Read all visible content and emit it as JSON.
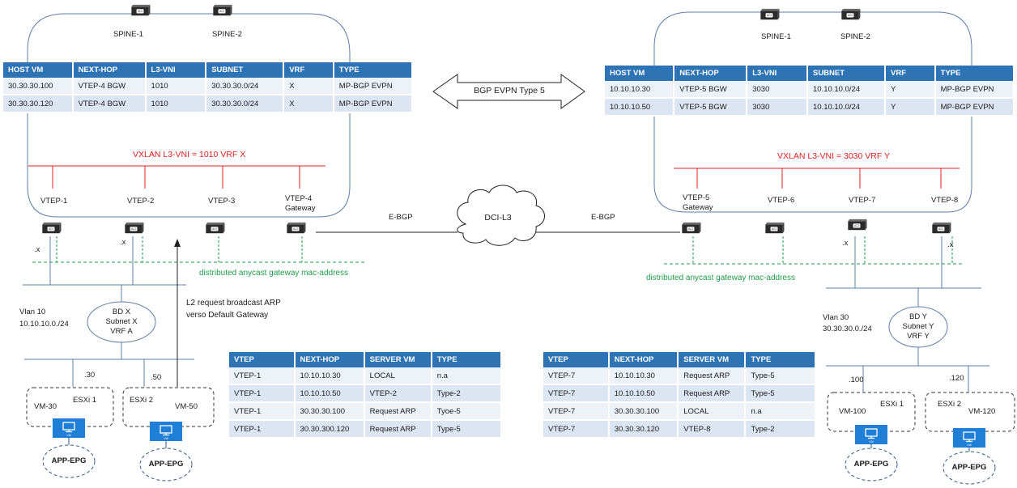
{
  "left": {
    "spines": [
      "SPINE-1",
      "SPINE-2"
    ],
    "table": {
      "headers": [
        "HOST VM",
        "NEXT-HOP",
        "L3-VNI",
        "SUBNET",
        "VRF",
        "TYPE"
      ],
      "rows": [
        [
          "30.30.30.100",
          "VTEP-4 BGW",
          "1010",
          "30.30.30.0/24",
          "X",
          "MP-BGP EVPN"
        ],
        [
          "30.30.30.120",
          "VTEP-4 BGW",
          "1010",
          "30.30.30.0/24",
          "X",
          "MP-BGP EVPN"
        ]
      ]
    },
    "vxlan_label": "VXLAN  L3-VNI = 1010 VRF X",
    "vteps": [
      "VTEP-1",
      "VTEP-2",
      "VTEP-3",
      "VTEP-4"
    ],
    "gateway_label": "Gateway",
    "x_label": ".x",
    "anycast_label": "distributed anycast gateway mac-address",
    "vlan_title": "Vlan 10",
    "vlan_subnet": "10.10.10.0./24",
    "bd": [
      "BD X",
      "Subnet X",
      "VRF A"
    ],
    "arp_note": [
      "L2 request broadcast ARP",
      "verso Default Gateway"
    ],
    "hosts": [
      {
        "ip": ".30",
        "esxi": "ESXi 1",
        "vm": "VM-30",
        "epg": "APP-EPG"
      },
      {
        "ip": ".50",
        "esxi": "ESXi 2",
        "vm": "VM-50",
        "epg": "APP-EPG"
      }
    ],
    "vtep_table": {
      "headers": [
        "VTEP",
        "NEXT-HOP",
        "SERVER VM",
        "TYPE"
      ],
      "rows": [
        [
          "VTEP-1",
          "10.10.10.30",
          "LOCAL",
          "n.a"
        ],
        [
          "VTEP-1",
          "10.10.10.50",
          "VTEP-2",
          "Type-2"
        ],
        [
          "VTEP-1",
          "30.30.30.100",
          "Request ARP",
          "Tyoe-5"
        ],
        [
          "VTEP-1",
          "30.30.300.120",
          "Request ARP",
          "Type-5"
        ]
      ]
    }
  },
  "right": {
    "spines": [
      "SPINE-1",
      "SPINE-2"
    ],
    "table": {
      "headers": [
        "HOST VM",
        "NEXT-HOP",
        "L3-VNI",
        "SUBNET",
        "VRF",
        "TYPE"
      ],
      "rows": [
        [
          "10.10.10.30",
          "VTEP-5 BGW",
          "3030",
          "10.10.10.0/24",
          "Y",
          "MP-BGP EVPN"
        ],
        [
          "10.10.10.50",
          "VTEP-5 BGW",
          "3030",
          "10.10.10.0/24",
          "Y",
          "MP-BGP EVPN"
        ]
      ]
    },
    "vxlan_label": "VXLAN  L3-VNI = 3030 VRF Y",
    "vteps": [
      "VTEP-5",
      "VTEP-6",
      "VTEP-7",
      "VTEP-8"
    ],
    "gateway_label": "Gateway",
    "x_label": ".x",
    "anycast_label": "distributed anycast gateway mac-address",
    "vlan_title": "Vlan 30",
    "vlan_subnet": "30.30.30.0./24",
    "bd": [
      "BD Y",
      "Subnet Y",
      "VRF Y"
    ],
    "hosts": [
      {
        "ip": ".100",
        "esxi": "ESXi 1",
        "vm": "VM-100",
        "epg": "APP-EPG"
      },
      {
        "ip": ".120",
        "esxi": "ESXi 2",
        "vm": "VM-120",
        "epg": "APP-EPG"
      }
    ],
    "vtep_table": {
      "headers": [
        "VTEP",
        "NEXT-HOP",
        "SERVER VM",
        "TYPE"
      ],
      "rows": [
        [
          "VTEP-7",
          "10.10.10.30",
          "Request ARP",
          "Type-5"
        ],
        [
          "VTEP-7",
          "10.10.10.50",
          "Request ARP",
          "Type-5"
        ],
        [
          "VTEP-7",
          "30.30.30.100",
          "LOCAL",
          "n.a"
        ],
        [
          "VTEP-7",
          "30.30.30.120",
          "VTEP-8",
          "Type-2"
        ]
      ]
    }
  },
  "center": {
    "bgp_arrow_label": "BGP EVPN Type 5",
    "ebgp_left": "E-BGP",
    "ebgp_right": "E-BGP",
    "cloud_label": "DCI-L3"
  },
  "switch_label": "ACI",
  "vm_icon_label": "VM",
  "colors": {
    "table_header": "#2e74b5",
    "vxlan_red": "#e02020",
    "anycast_green": "#1e9c4a",
    "vm_icon": "#1f7fd6"
  }
}
